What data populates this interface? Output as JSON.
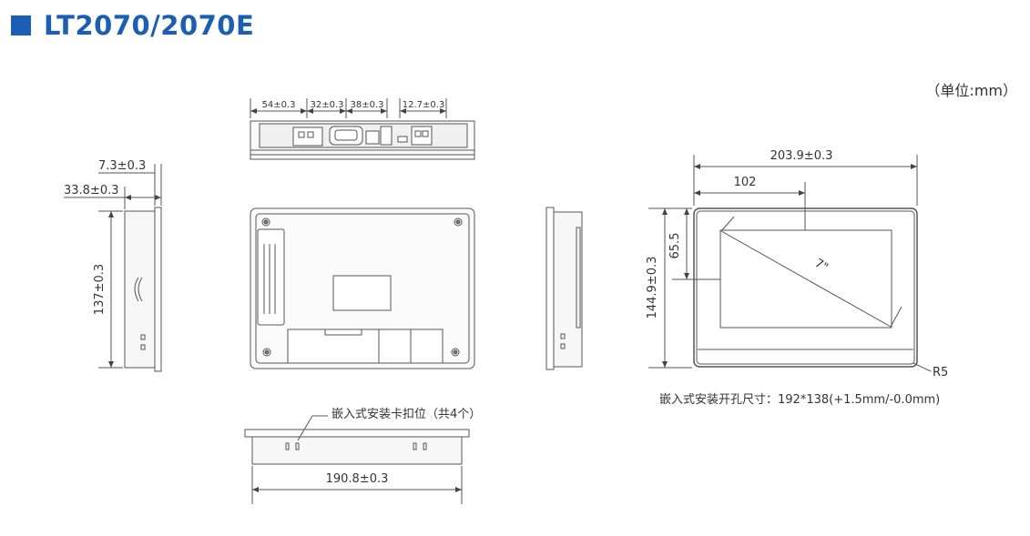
{
  "title": "LT2070/2070E",
  "unit_note": "（单位:mm）",
  "colors": {
    "accent": "#1a5fb4",
    "line": "#555555",
    "text": "#333333",
    "panel_fill": "#f3f3f3"
  },
  "top_view": {
    "dims": [
      "54±0.3",
      "32±0.3",
      "38±0.3",
      "12.7±0.3"
    ]
  },
  "left_side_view": {
    "thickness_front": "7.3±0.3",
    "thickness_total": "33.8±0.3",
    "height": "137±0.3"
  },
  "bottom_view": {
    "clip_note": "嵌入式安装卡扣位（共4个）",
    "width": "190.8±0.3"
  },
  "front_view": {
    "width": "203.9±0.3",
    "offset_x": "102",
    "offset_y": "65.5",
    "height": "144.9±0.3",
    "diagonal": "7\"",
    "corner_radius": "R5",
    "cutout_note": "嵌入式安装开孔尺寸：192*138(+1.5mm/-0.0mm)"
  }
}
